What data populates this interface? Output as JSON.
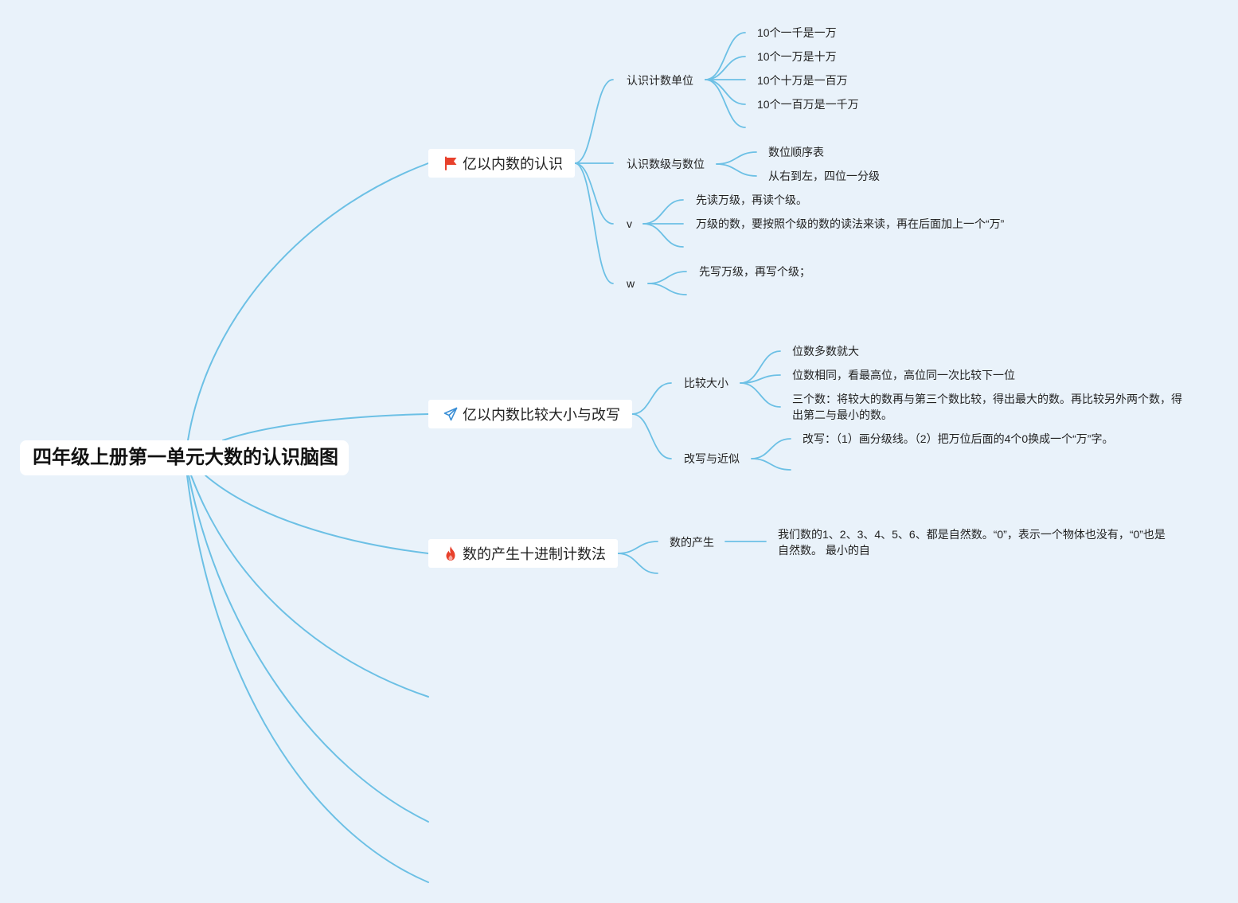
{
  "colors": {
    "background": "#e9f2fa",
    "line": "#6cc0e5",
    "node_bg": "#ffffff",
    "text": "#222222",
    "root_text": "#111111",
    "flag": "#e8412c",
    "plane": "#3b8fd6",
    "fire": "#e8412c"
  },
  "root": {
    "title": "四年级上册第一单元大数的认识脑图"
  },
  "branches": [
    {
      "label": "亿以内数的认识",
      "icon": "flag-icon",
      "topics": [
        {
          "label": "认识计数单位",
          "items": [
            "10个一千是一万",
            "10个一万是十万",
            "10个十万是一百万",
            "10个一百万是一千万"
          ]
        },
        {
          "label": "认识数级与数位",
          "items": [
            "数位顺序表",
            "从右到左，四位一分级"
          ]
        },
        {
          "label": "v",
          "items": [
            "先读万级，再读个级。",
            "万级的数，要按照个级的数的读法来读，再在后面加上一个“万”"
          ]
        },
        {
          "label": "w",
          "items": [
            "先写万级，再写个级；"
          ]
        }
      ]
    },
    {
      "label": "亿以内数比较大小与改写",
      "icon": "paper-plane-icon",
      "topics": [
        {
          "label": "比较大小",
          "items": [
            "位数多数就大",
            "位数相同，看最高位，高位同一次比较下一位",
            [
              "三个数：将较大的数再与第三个数比较，得出最大的数。再比较另外两个数，得",
              "出第二与最小的数。"
            ]
          ]
        },
        {
          "label": "改写与近似",
          "items": [
            "改写：（1）画分级线。（2）把万位后面的4个0换成一个“万”字。"
          ]
        }
      ]
    },
    {
      "label": "数的产生十进制计数法",
      "icon": "fire-icon",
      "topics": [
        {
          "label": "数的产生",
          "items": [
            [
              "我们数的1、2、3、4、5、6、都是自然数。“0”，表示一个物体也没有，“0”也是",
              "自然数。 最小的自"
            ]
          ]
        }
      ]
    }
  ]
}
